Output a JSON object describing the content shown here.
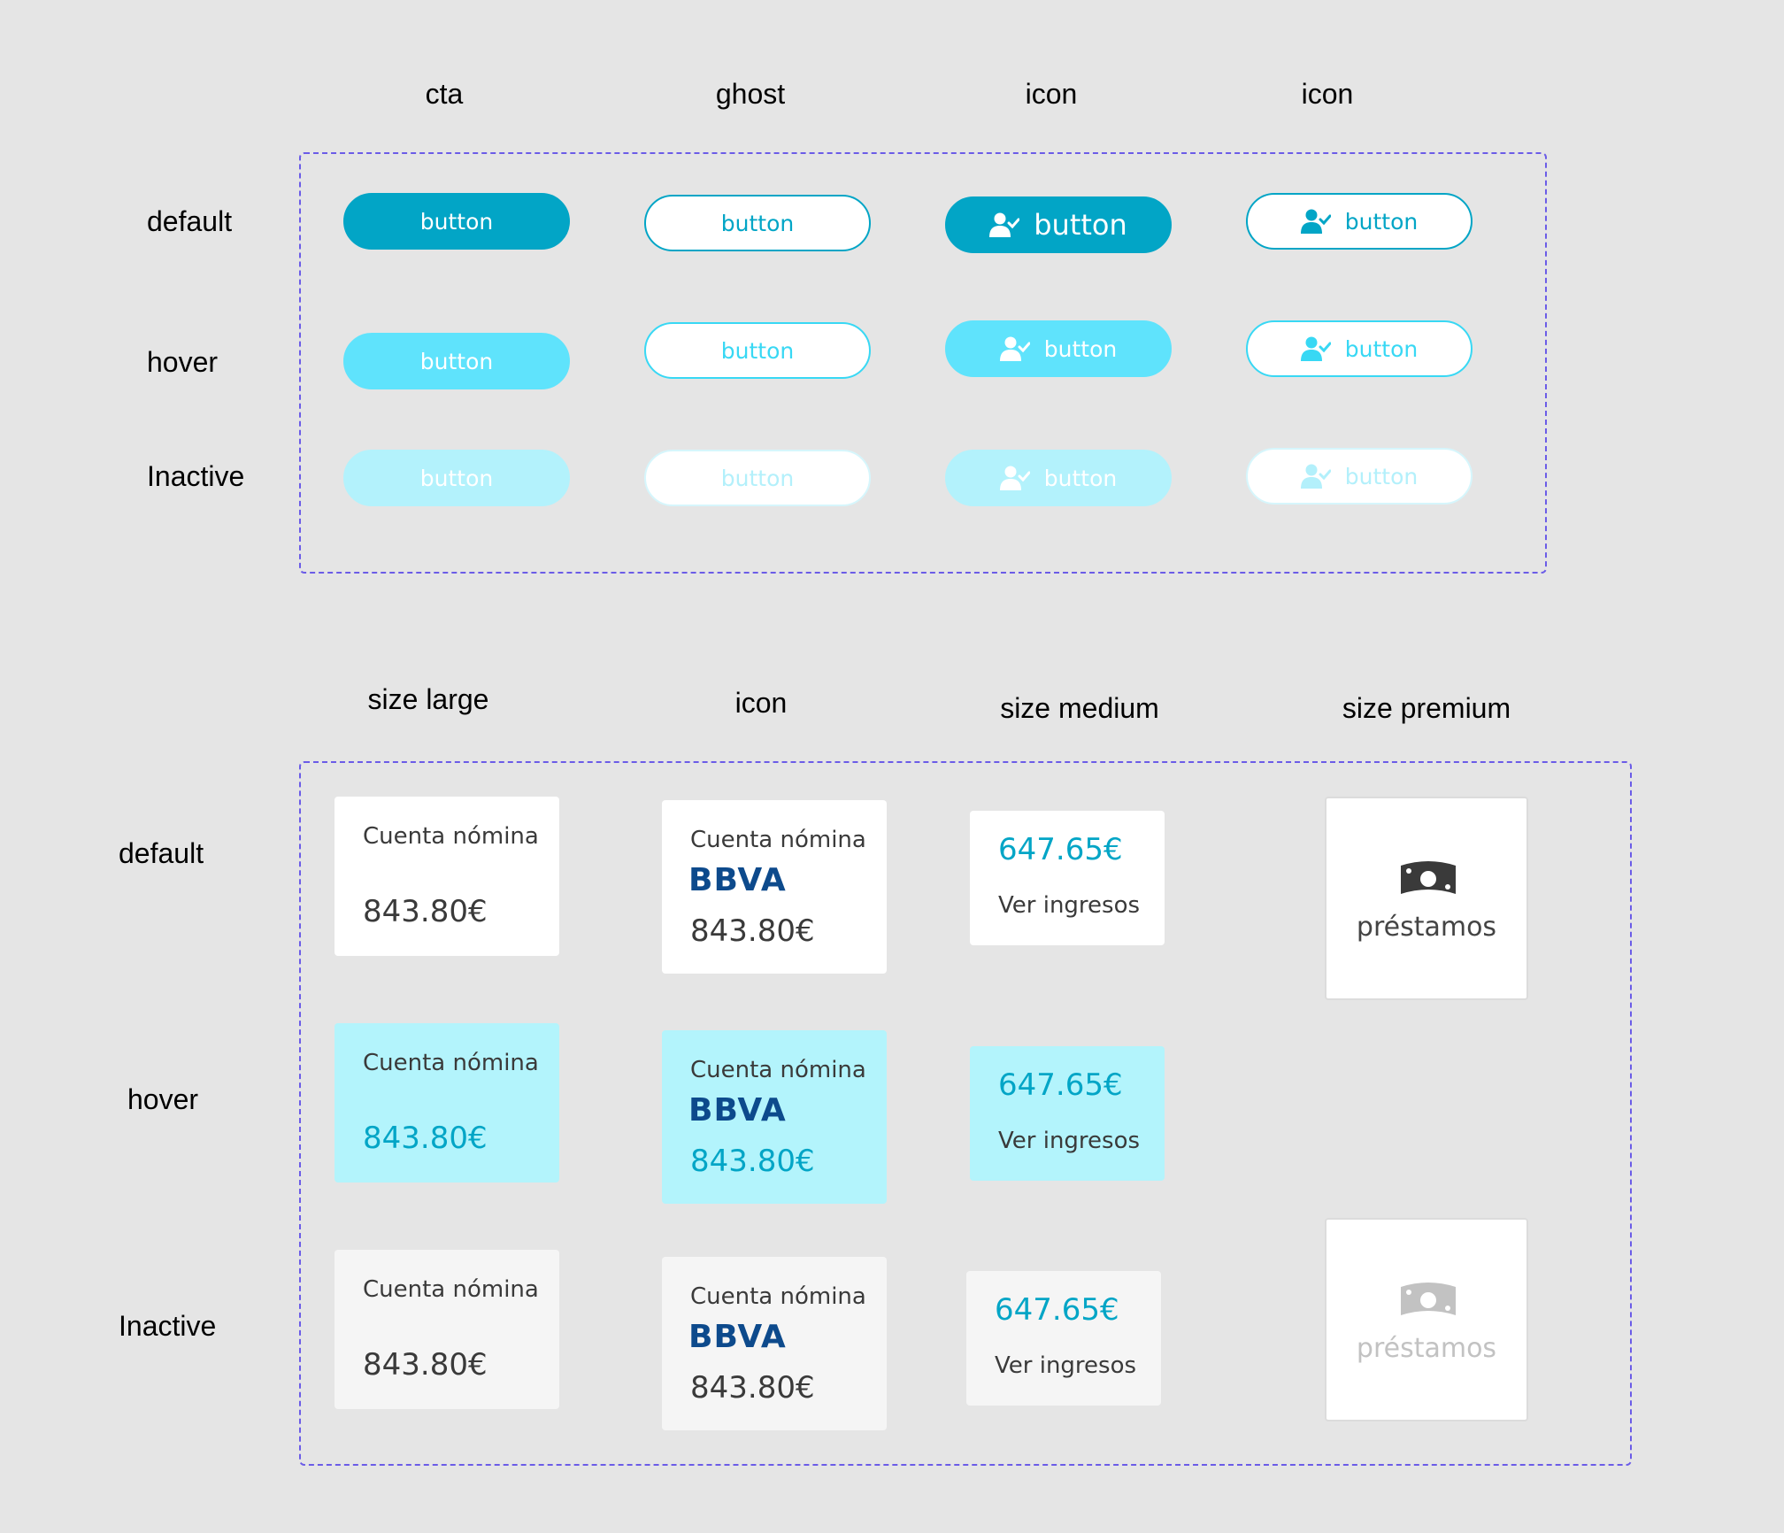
{
  "buttons_section": {
    "columns": [
      "cta",
      "ghost",
      "icon",
      "icon"
    ],
    "rows": [
      "default",
      "hover",
      "Inactive"
    ],
    "label": "button"
  },
  "cards_section": {
    "columns": [
      "size large",
      "icon",
      "size medium",
      "size premium"
    ],
    "rows": [
      "default",
      "hover",
      "Inactive"
    ],
    "card_title": "Cuenta nómina",
    "card_amount": "843.80€",
    "bank_logo": "BBVA",
    "medium_amount": "647.65€",
    "medium_link": "Ver ingresos",
    "premium_label": "préstamos"
  },
  "icons": {
    "button_icon": "user-check-icon",
    "premium_icon": "money-bill-icon"
  },
  "colors": {
    "primary": "#02a5c6",
    "hover": "#5fe3fc",
    "inactive": "#b3f2fc",
    "card_hover": "#b3f4fc",
    "dashed_border": "#6b5ce7",
    "bbva_blue": "#0d4a8c"
  }
}
